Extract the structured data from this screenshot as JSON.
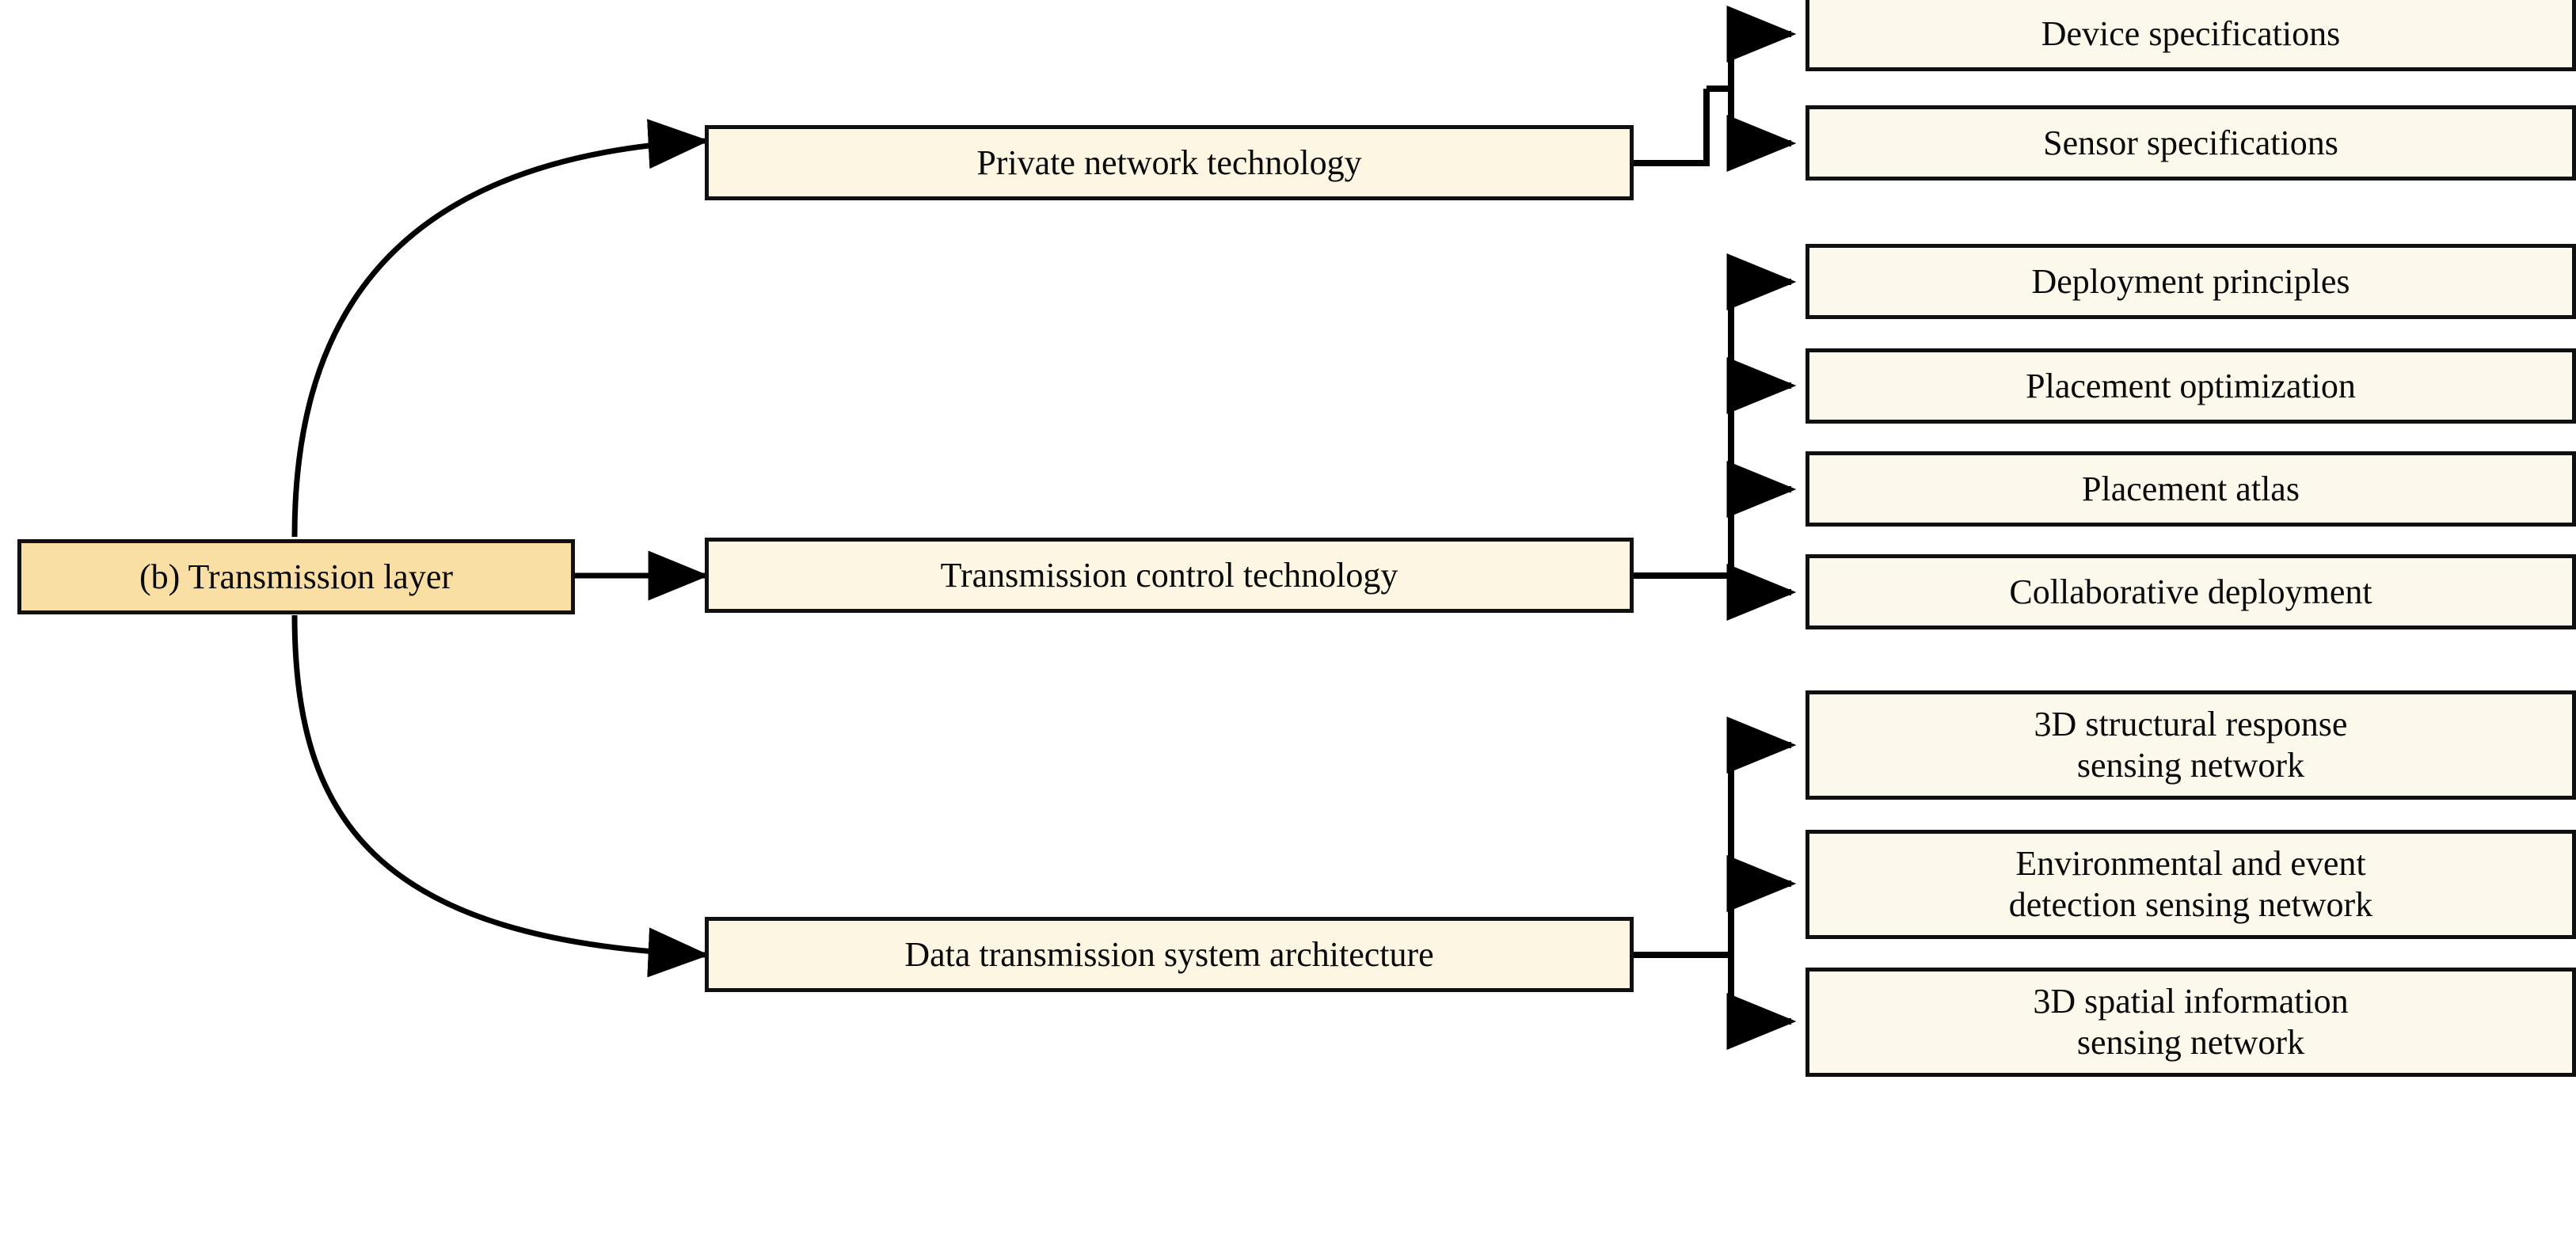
{
  "diagram": {
    "type": "hierarchy-tree",
    "orientation": "left-to-right",
    "colors": {
      "root_fill": "#fadfa4",
      "level1_fill": "#fdf6e3",
      "level2_fill": "#fdf8ec",
      "border": "#101010",
      "connector": "#000000",
      "background": "#ffffff",
      "text": "#0a0a0a"
    },
    "root": {
      "label": "(b) Transmission layer"
    },
    "branches": [
      {
        "label": "Private network technology",
        "connector": "curve-up",
        "children": [
          {
            "label": "Device specifications"
          },
          {
            "label": "Sensor specifications"
          }
        ]
      },
      {
        "label": "Transmission control technology",
        "connector": "straight",
        "children": [
          {
            "label": "Deployment principles"
          },
          {
            "label": "Placement optimization"
          },
          {
            "label": "Placement atlas"
          },
          {
            "label": "Collaborative deployment"
          }
        ]
      },
      {
        "label": "Data transmission system architecture",
        "connector": "curve-down",
        "children": [
          {
            "line1": "3D structural response",
            "line2": "sensing network"
          },
          {
            "line1": "Environmental and event",
            "line2": "detection sensing network"
          },
          {
            "line1": "3D spatial information",
            "line2": "sensing network"
          }
        ]
      }
    ]
  }
}
